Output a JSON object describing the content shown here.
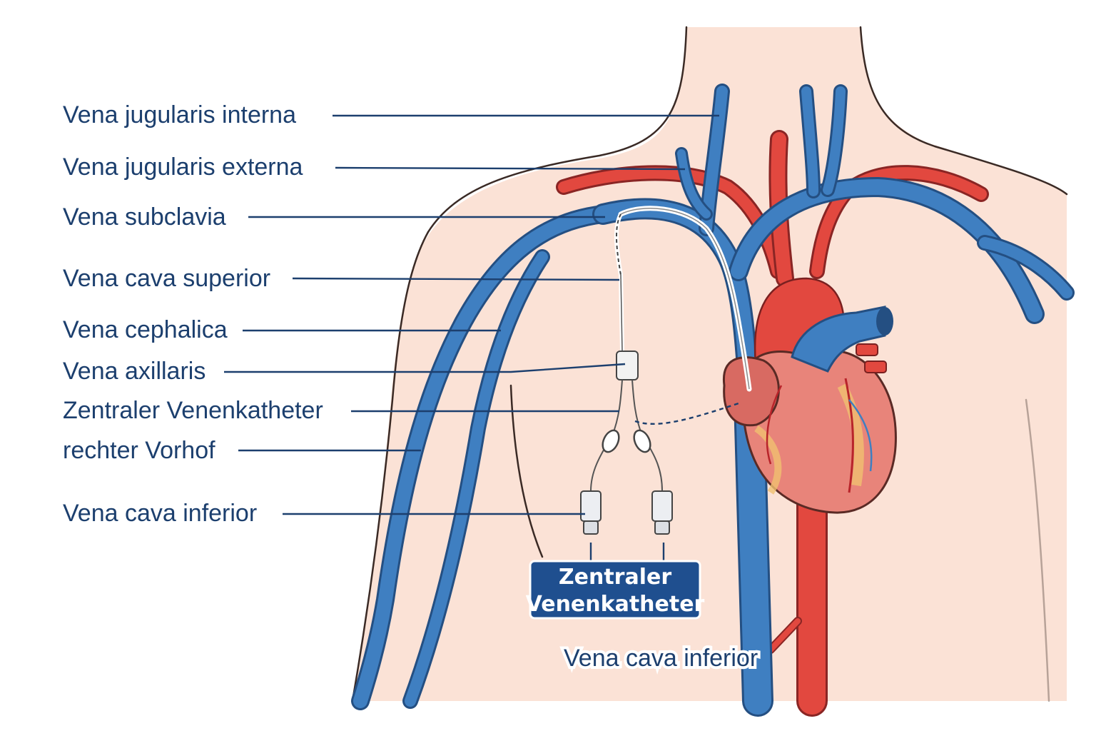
{
  "labels": [
    {
      "id": "vena-jugularis-interna",
      "text": "Vena jugularis interna"
    },
    {
      "id": "vena-jugularis-externa",
      "text": "Vena jugularis externa"
    },
    {
      "id": "vena-subclavia",
      "text": "Vena subclavia"
    },
    {
      "id": "vena-cava-superior",
      "text": "Vena cava superior"
    },
    {
      "id": "vena-cephalica",
      "text": "Vena cephalica"
    },
    {
      "id": "vena-axillaris",
      "text": "Vena axillaris"
    },
    {
      "id": "zentraler-venenkatheter",
      "text": "Zentraler Venenkatheter"
    },
    {
      "id": "rechter-vorhof",
      "text": "rechter Vorhof"
    },
    {
      "id": "vena-cava-inferior",
      "text": "Vena cava inferior"
    }
  ],
  "badge": {
    "line1": "Zentraler",
    "line2": "Venenkatheter"
  },
  "bottom_label": "Vena cava inferior",
  "colors": {
    "skin": "#fbe2d6",
    "vein": "#3f7fc1",
    "artery": "#e2483f",
    "heart": "#e8847a",
    "label_text": "#1c3f6e",
    "badge_bg": "#1f4f8f"
  }
}
